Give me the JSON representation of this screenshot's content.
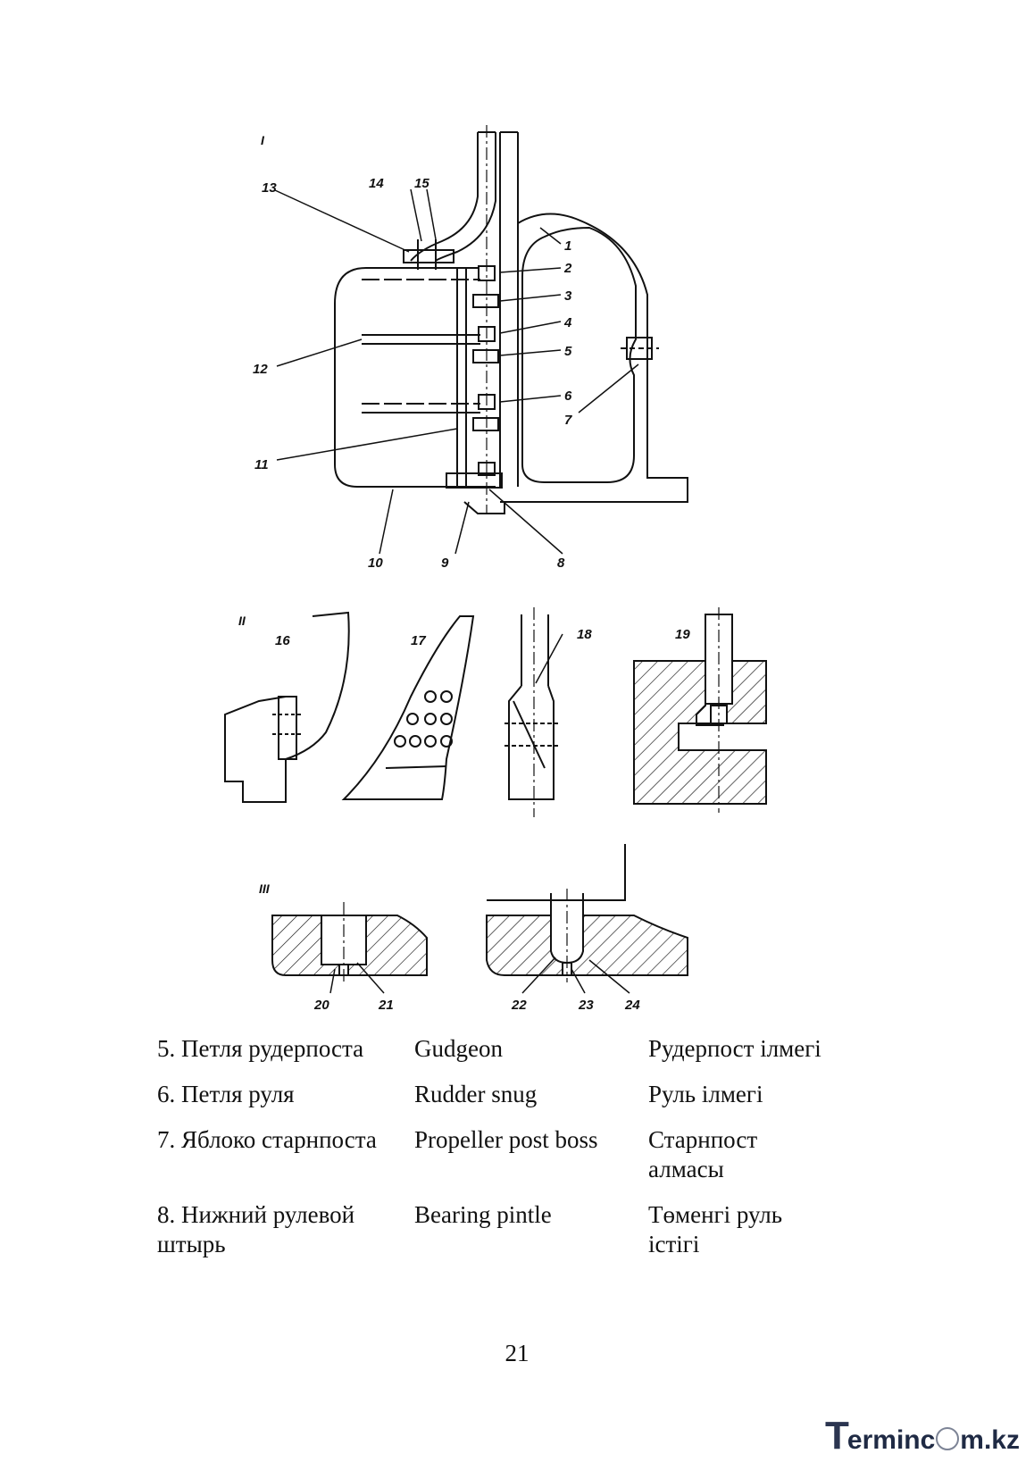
{
  "figure": {
    "section_labels": [
      "I",
      "II",
      "III"
    ],
    "part_numbers": [
      "1",
      "2",
      "3",
      "4",
      "5",
      "6",
      "7",
      "8",
      "9",
      "10",
      "11",
      "12",
      "13",
      "14",
      "15",
      "16",
      "17",
      "18",
      "19",
      "20",
      "21",
      "22",
      "23",
      "24"
    ]
  },
  "terms": [
    {
      "ru": "5. Петля рудерпоста",
      "en": "Gudgeon",
      "kz": "Рудерпост ілмегі"
    },
    {
      "ru": "6. Петля руля",
      "en": "Rudder snug",
      "kz": "Руль ілмегі"
    },
    {
      "ru": "7. Яблоко старнпоста",
      "en": "Propeller post boss",
      "kz": "Старнпост алмасы"
    },
    {
      "ru": "8. Нижний рулевой штырь",
      "en": "Bearing pintle",
      "kz": "Төменгі руль істігі"
    }
  ],
  "page_number": "21",
  "watermark": {
    "first": "T",
    "middle": "erminc",
    "last": "m.kz"
  }
}
